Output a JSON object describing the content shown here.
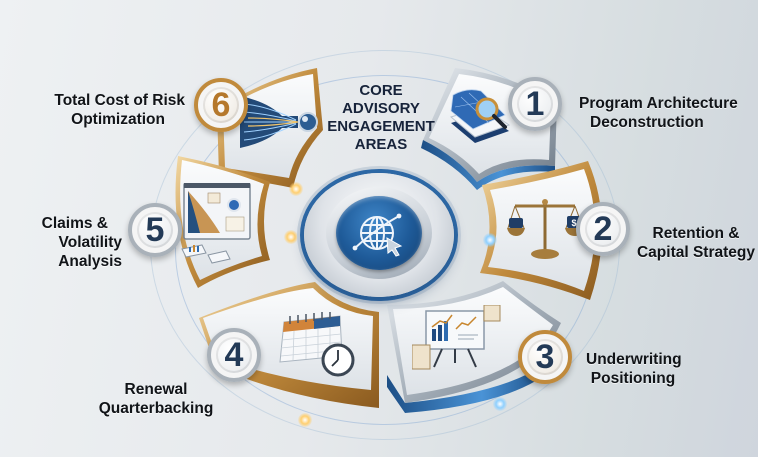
{
  "diagram": {
    "title_lines": [
      "CORE ADVISORY",
      "ENGAGEMENT",
      "AREAS"
    ],
    "hub_icon": "globe-cursor-icon",
    "colors": {
      "navy": "#233a57",
      "gold": "#c08a3c",
      "silver": "#a9b1b9",
      "blue_accent": "#2e6aa8",
      "label_text": "#111418"
    },
    "areas": [
      {
        "number": "1",
        "label_lines": [
          "Program Architecture",
          "Deconstruction"
        ],
        "icon": "blueprint-magnifier-icon",
        "badge_style": "silver"
      },
      {
        "number": "2",
        "label_lines": [
          "Retention &",
          "Capital Strategy"
        ],
        "icon": "balance-scale-icon",
        "badge_style": "silver"
      },
      {
        "number": "3",
        "label_lines": [
          "Underwriting",
          "Positioning"
        ],
        "icon": "presentation-board-icon",
        "badge_style": "gold"
      },
      {
        "number": "4",
        "label_lines": [
          "Renewal",
          "Quarterbacking"
        ],
        "icon": "calendar-clock-icon",
        "badge_style": "silver"
      },
      {
        "number": "5",
        "label_lines": [
          "Claims &",
          "Volatility Analysis"
        ],
        "icon": "analytics-dashboard-icon",
        "badge_style": "silver"
      },
      {
        "number": "6",
        "label_lines": [
          "Total Cost of Risk",
          "Optimization"
        ],
        "icon": "data-funnel-icon",
        "badge_style": "gold"
      }
    ]
  }
}
